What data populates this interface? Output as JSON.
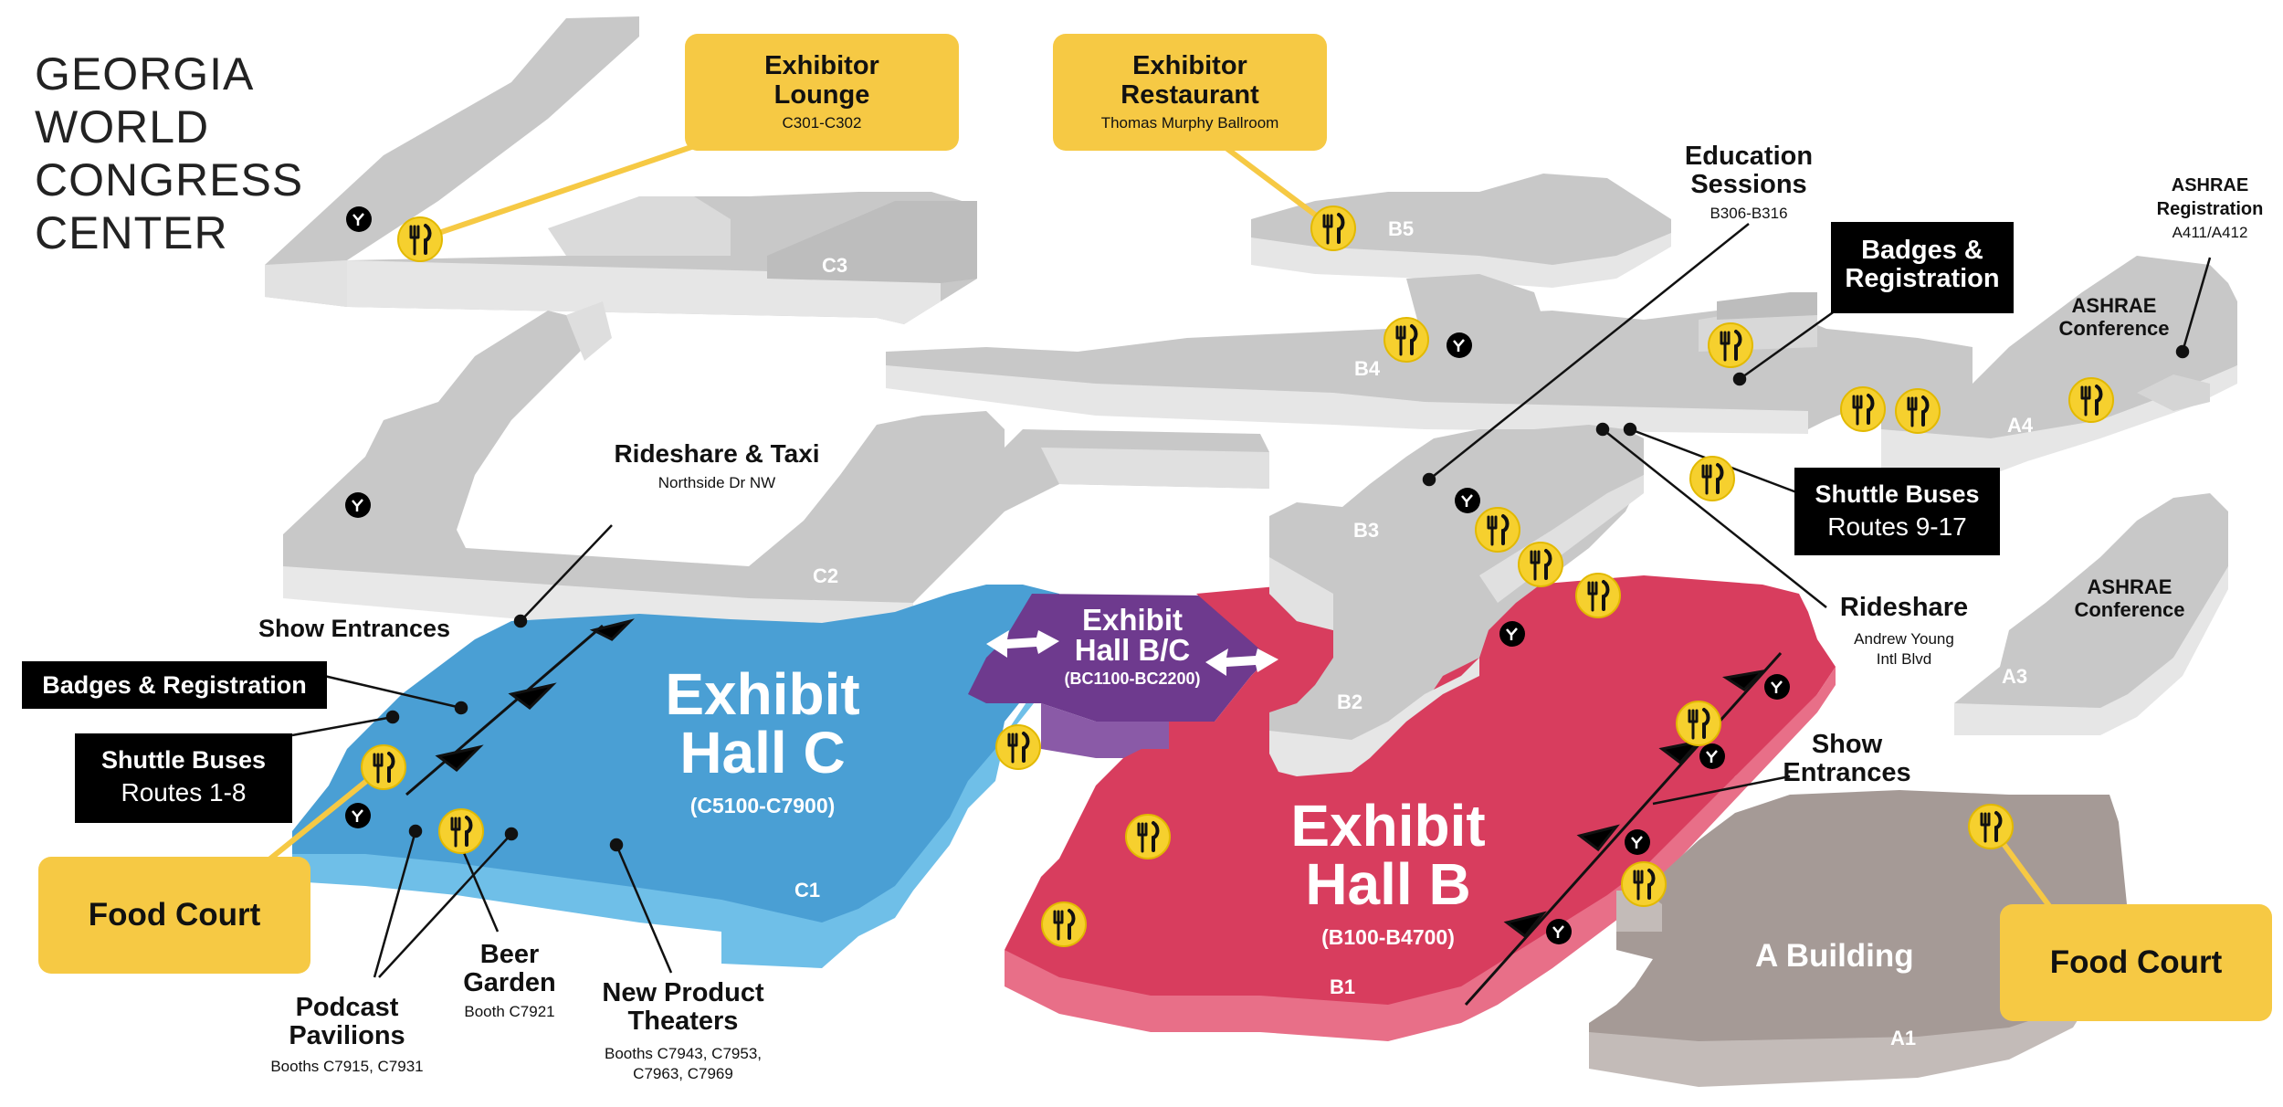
{
  "title": [
    "GEORGIA",
    "WORLD",
    "CONGRESS",
    "CENTER"
  ],
  "halls": {
    "c": {
      "name": [
        "Exhibit",
        "Hall C"
      ],
      "range": "(C5100-C7900)"
    },
    "b": {
      "name": [
        "Exhibit",
        "Hall B"
      ],
      "range": "(B100-B4700)"
    },
    "bc": {
      "name": [
        "Exhibit",
        "Hall B/C"
      ],
      "range": "(BC1100-BC2200)"
    }
  },
  "buildings": [
    "C3",
    "C2",
    "C1",
    "B5",
    "B4",
    "B3",
    "B2",
    "B1",
    "A4",
    "A3",
    "A1",
    "A Building"
  ],
  "callouts": {
    "exhibitor_lounge": {
      "title": [
        "Exhibitor",
        "Lounge"
      ],
      "sub": "C301-C302"
    },
    "exhibitor_restaurant": {
      "title": [
        "Exhibitor",
        "Restaurant"
      ],
      "sub": "Thomas Murphy Ballroom"
    },
    "food_court_left": "Food Court",
    "food_court_right": "Food Court",
    "badges_left": "Badges & Registration",
    "badges_right": [
      "Badges &",
      "Registration"
    ],
    "shuttle_left": {
      "title": "Shuttle Buses",
      "sub": "Routes 1-8"
    },
    "shuttle_right": {
      "title": "Shuttle Buses",
      "sub": "Routes 9-17"
    }
  },
  "labels": {
    "education": {
      "title": [
        "Education",
        "Sessions"
      ],
      "sub": "B306-B316"
    },
    "ashrae_reg": {
      "title": [
        "ASHRAE",
        "Registration"
      ],
      "sub": "A411/A412"
    },
    "ashrae_conf_a4": [
      "ASHRAE",
      "Conference"
    ],
    "ashrae_conf_a3": [
      "ASHRAE",
      "Conference"
    ],
    "rideshare_taxi": {
      "title": "Rideshare & Taxi",
      "sub": "Northside Dr NW"
    },
    "rideshare": {
      "title": "Rideshare",
      "sub": [
        "Andrew Young",
        "Intl Blvd"
      ]
    },
    "show_entrances_left": "Show Entrances",
    "show_entrances_right": [
      "Show",
      "Entrances"
    ],
    "beer_garden": {
      "title": [
        "Beer",
        "Garden"
      ],
      "sub": "Booth C7921"
    },
    "podcast": {
      "title": [
        "Podcast",
        "Pavilions"
      ],
      "sub": "Booths C7915, C7931"
    },
    "npt": {
      "title": [
        "New Product",
        "Theaters"
      ],
      "sub": [
        "Booths C7943, C7953,",
        "C7963, C7969"
      ]
    }
  },
  "colors": {
    "hall_c": "#4a9fd4",
    "hall_b": "#d83d5e",
    "hall_bc": "#6e3a8e",
    "building": "#c6c6c6",
    "a_building": "#a59a96",
    "callout_yellow": "#f6c944"
  },
  "icons": [
    "food-icon",
    "restroom-icon",
    "entrance-arrow-icon",
    "connector-arrow-icon"
  ]
}
